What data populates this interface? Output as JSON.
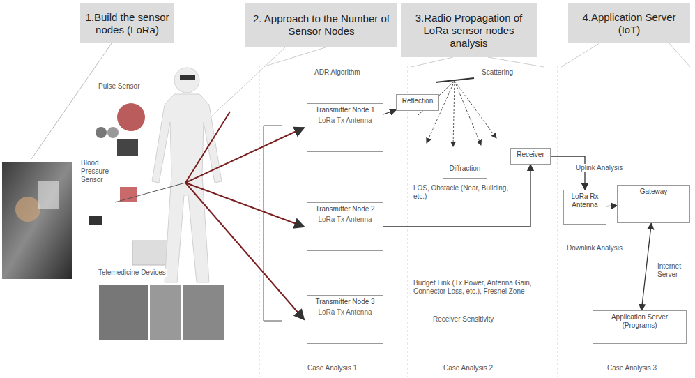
{
  "diagram": {
    "nodes": [
      {
        "text": [
          "1.Build the sensor nodes (LoRa)"
        ]
      },
      {
        "text": [
          "2. Approach to the Number of Sensor Nodes"
        ]
      },
      {
        "text": [
          "3.Radio Propagation of LoRa sensor nodes analysis"
        ]
      },
      {
        "text": [
          "4.Application Server (IoT)"
        ]
      },
      {
        "text": [
          "Transmitter Node 1",
          "LoRa Tx Antenna"
        ]
      },
      {
        "text": [
          "Transmitter Node 2",
          "LoRa Tx Antenna"
        ]
      },
      {
        "text": [
          "Transmitter Node 3",
          "LoRa Tx Antenna"
        ]
      },
      {
        "text": [
          "Reflection"
        ]
      },
      {
        "text": [
          "Diffraction"
        ]
      },
      {
        "text": [
          "Receiver"
        ]
      },
      {
        "text": [
          "LoRa Rx Antenna"
        ]
      },
      {
        "text": [
          "Gateway"
        ]
      },
      {
        "text": [
          "Application Server (Programs)"
        ]
      }
    ],
    "edges": [
      {
        "from": 4,
        "to": 7,
        "arrow": "to"
      },
      {
        "from": 5,
        "to": 9,
        "arrow": "to"
      },
      {
        "from": 9,
        "to": 10,
        "arrow": "to"
      },
      {
        "from": 10,
        "to": 11,
        "arrow": "to"
      },
      {
        "from": 11,
        "to": 12,
        "arrow": "both"
      }
    ],
    "labels": [
      "Pulse Sensor",
      "Blood Pressure Sensor",
      "Telemedicine Devices",
      "ADR Algorithm",
      "Case Analysis 1",
      "Scattering",
      "LOS, Obstacle (Near, Building, etc.)",
      "Budget Link (Tx Power, Antenna Gain, Connector Loss, etc.), Fresnel Zone",
      "Receiver Sensitivity",
      "Case Analysis 2",
      "Uplink Analysis",
      "Downlink Analysis",
      "Internet Server",
      "Case Analysis 3"
    ]
  }
}
